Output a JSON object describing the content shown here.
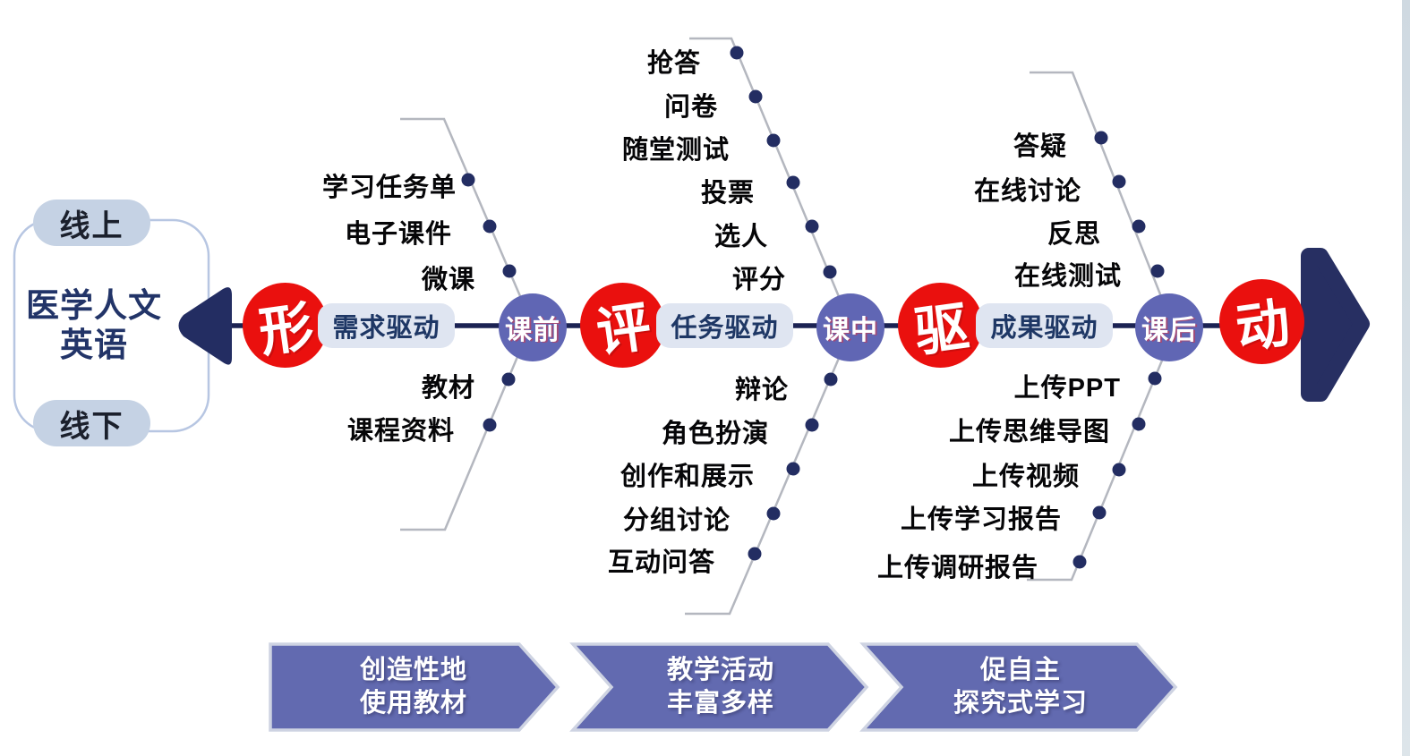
{
  "course": {
    "title_line1": "医学人文",
    "title_line2": "英语"
  },
  "modes": {
    "online": "线上",
    "offline": "线下"
  },
  "stages": [
    {
      "char": "形",
      "driver": "需求驱动",
      "phase": "课前"
    },
    {
      "char": "评",
      "driver": "任务驱动",
      "phase": "课中"
    },
    {
      "char": "驱",
      "driver": "成果驱动",
      "phase": "课后"
    },
    {
      "char": "动"
    }
  ],
  "branches": [
    {
      "top": [
        "学习任务单",
        "电子课件",
        "微课"
      ],
      "bottom": [
        "教材",
        "课程资料"
      ]
    },
    {
      "top": [
        "抢答",
        "问卷",
        "随堂测试",
        "投票",
        "选人",
        "评分"
      ],
      "bottom": [
        "辩论",
        "角色扮演",
        "创作和展示",
        "分组讨论",
        "互动问答"
      ]
    },
    {
      "top": [
        "答疑",
        "在线讨论",
        "反思",
        "在线测试"
      ],
      "bottom": [
        "上传PPT",
        "上传思维导图",
        "上传视频",
        "上传学习报告",
        "上传调研报告"
      ]
    }
  ],
  "banners": [
    {
      "line1": "创造性地",
      "line2": "使用教材"
    },
    {
      "line1": "教学活动",
      "line2": "丰富多样"
    },
    {
      "line1": "促自主",
      "line2": "探究式学习"
    }
  ],
  "colors": {
    "stage_red": "#ea100e",
    "phase_purple": "#6066b4",
    "navy": "#232d62",
    "driver_pill_bg": "#dfe5f1",
    "mode_pill_bg": "#c5d2e4",
    "banner_fill": "#626ab0",
    "branch_line_gray": "#b4b7bf"
  }
}
